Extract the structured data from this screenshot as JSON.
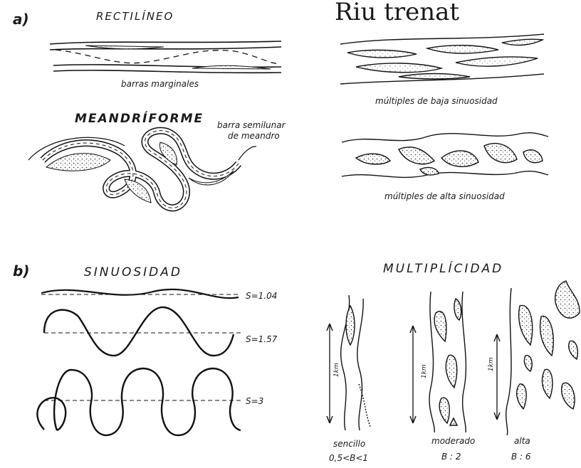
{
  "header": {
    "title": "Riu trenat"
  },
  "section_a": {
    "label": "a)",
    "rectilineo_title": "RECTILÍNEO",
    "rectilineo_caption": "barras marginales",
    "meandriforme_title": "MEANDRÍFORME",
    "meander_bar_label_line1": "barra semilunar",
    "meander_bar_label_line2": "de meandro",
    "braided_low_caption": "múltiples de baja sinuosidad",
    "braided_high_caption": "múltiples de alta sinuosidad"
  },
  "section_b": {
    "label": "b)",
    "sinuosidad_title": "SINUOSIDAD",
    "multiplicidad_title": "MULTIPLÍCIDAD",
    "sinuosity_values": [
      "S=1.04",
      "S=1.57",
      "S=3"
    ],
    "scale_label": "1km",
    "multiplicity": [
      {
        "name": "sencillo",
        "value": "0,5<B<1"
      },
      {
        "name": "moderado",
        "value": "B : 2"
      },
      {
        "name": "alta",
        "value": "B : 6"
      }
    ]
  }
}
